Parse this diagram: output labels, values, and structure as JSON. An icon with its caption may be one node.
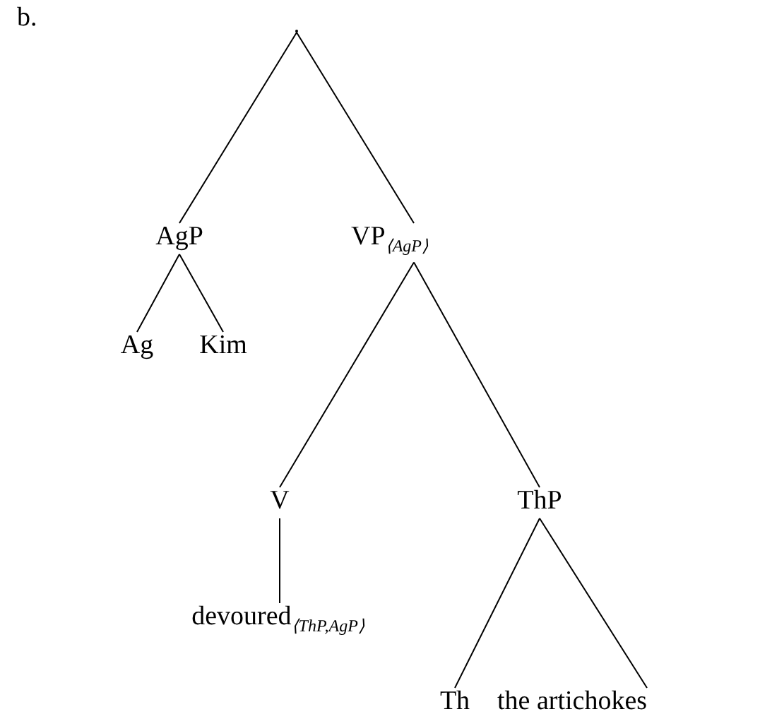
{
  "diagram": {
    "nodes": [
      {
        "text": [],
        "shape": "point"
      },
      {
        "text": [
          "AgP"
        ]
      },
      {
        "text": [
          "VP$_{⟨AgP⟩}$"
        ]
      },
      {
        "text": [
          "Ag"
        ]
      },
      {
        "text": [
          "Kim"
        ]
      },
      {
        "text": [
          "V"
        ]
      },
      {
        "text": [
          "ThP"
        ]
      },
      {
        "text": [
          "devoured$_{⟨ThP,AgP⟩}$"
        ]
      },
      {
        "text": [
          "Th"
        ]
      },
      {
        "text": [
          "the artichokes"
        ]
      }
    ],
    "edges": [
      {
        "from": 0,
        "to": 1,
        "arrow": "none"
      },
      {
        "from": 0,
        "to": 2,
        "arrow": "none"
      },
      {
        "from": 1,
        "to": 3,
        "arrow": "none"
      },
      {
        "from": 1,
        "to": 4,
        "arrow": "none"
      },
      {
        "from": 2,
        "to": 5,
        "arrow": "none"
      },
      {
        "from": 2,
        "to": 6,
        "arrow": "none"
      },
      {
        "from": 5,
        "to": 7,
        "arrow": "none"
      },
      {
        "from": 6,
        "to": 8,
        "arrow": "none"
      },
      {
        "from": 6,
        "to": 9,
        "arrow": "none"
      }
    ],
    "labels": [
      "b."
    ]
  }
}
